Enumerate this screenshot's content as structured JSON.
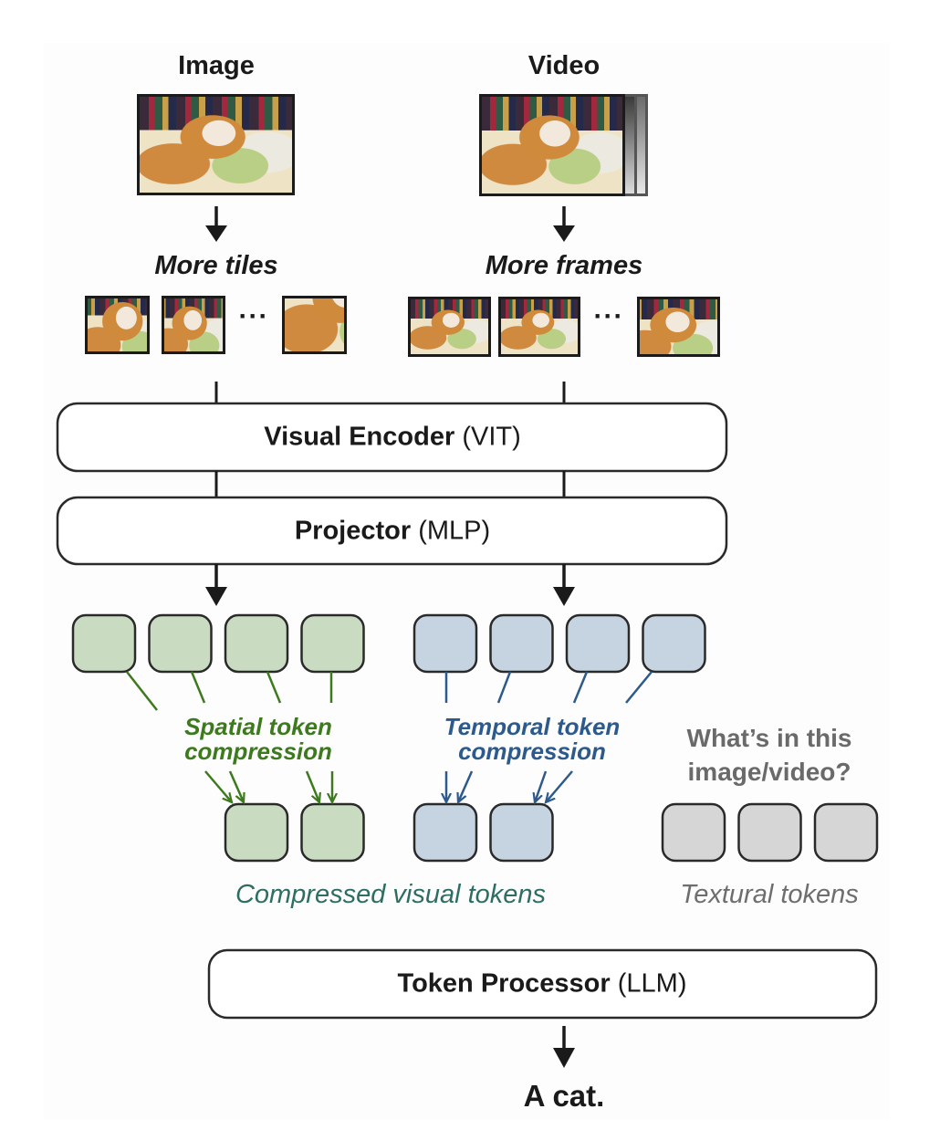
{
  "inputs": {
    "image": {
      "title": "Image",
      "subtitle": "More tiles",
      "ellipsis": "···"
    },
    "video": {
      "title": "Video",
      "subtitle": "More frames",
      "ellipsis": "···"
    }
  },
  "encoder": {
    "name": "Visual Encoder",
    "abbr": "(VIT)"
  },
  "projector": {
    "name": "Projector",
    "abbr": "(MLP)"
  },
  "compression": {
    "spatial": {
      "line1": "Spatial token",
      "line2": "compression",
      "color": "#3d7a1e",
      "token_fill": "#c9dcc2",
      "input_tokens": 4,
      "output_tokens": 2
    },
    "temporal": {
      "line1": "Temporal token",
      "line2": "compression",
      "color": "#2d5a8c",
      "token_fill": "#c5d4e0",
      "input_tokens": 4,
      "output_tokens": 2
    }
  },
  "question": {
    "line1": "What’s in this",
    "line2": "image/video?",
    "token_fill": "#d6d6d6",
    "tokens": 3
  },
  "captions": {
    "compressed": "Compressed visual tokens",
    "compressed_color": "#2e6e62",
    "textual": "Textural tokens",
    "textual_color": "#6e6e6e"
  },
  "llm": {
    "name": "Token Processor",
    "abbr": "(LLM)"
  },
  "output": {
    "answer": "A cat."
  }
}
